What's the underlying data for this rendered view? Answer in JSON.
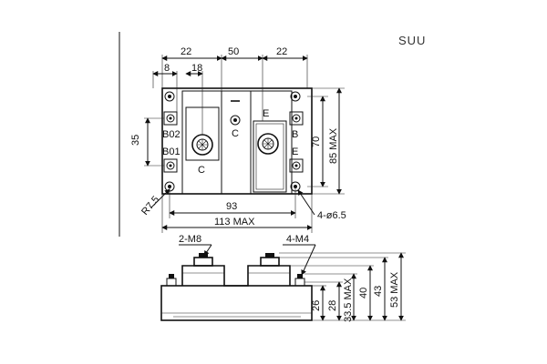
{
  "brand_tag": "SUU",
  "top_view": {
    "dims": {
      "w22_left": "22",
      "w50": "50",
      "w22_right": "22",
      "w8": "8",
      "w18": "18",
      "h35": "35",
      "h70": "70",
      "h85": "85 MAX",
      "w93": "93",
      "w113": "113 MAX",
      "radius": "R7.5",
      "holes": "4-ø6.5"
    },
    "labels": {
      "c_upper": "C",
      "c_lower": "C",
      "e_upper": "E",
      "e_lower": "E",
      "b02": "B02",
      "b01": "B01",
      "b": "B"
    }
  },
  "side_view": {
    "callouts": {
      "m8": "2-M8",
      "m4": "4-M4"
    },
    "dims": {
      "h26": "26",
      "h28": "28",
      "h33_5": "33.5 MAX",
      "h40": "40",
      "h43": "43",
      "h53": "53 MAX"
    }
  }
}
